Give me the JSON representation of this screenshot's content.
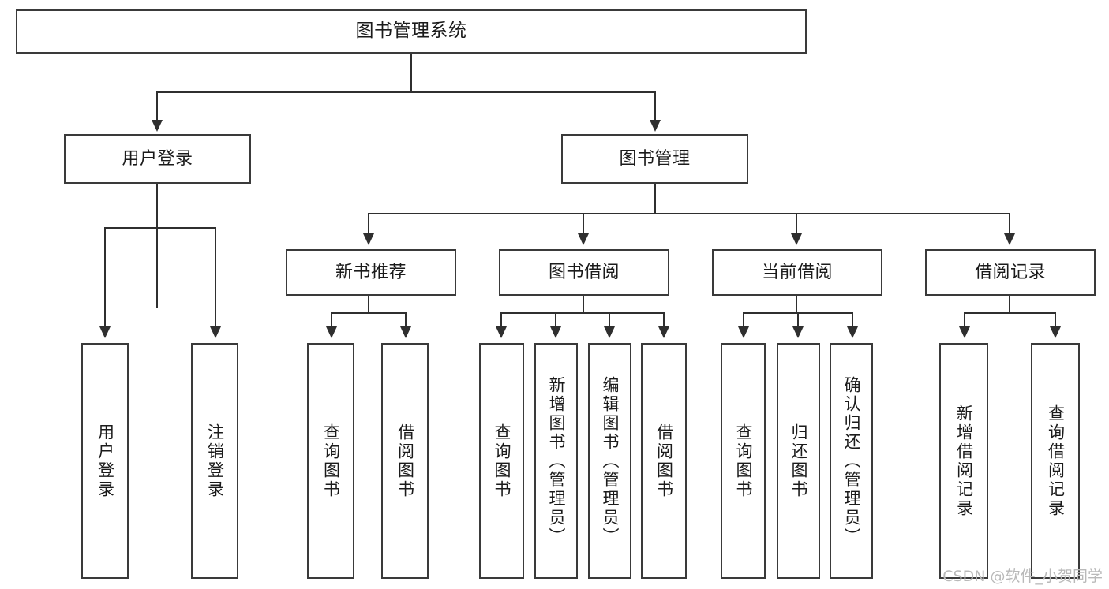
{
  "diagram": {
    "title": "图书管理系统",
    "watermark": "CSDN @软件_小贺同学",
    "colors": {
      "border": "#3a3a3a",
      "line": "#2f2f2f",
      "text": "#1b1b1b",
      "background": "#ffffff",
      "watermark": "#b9b9b9"
    },
    "root": {
      "label": "图书管理系统"
    },
    "level2": [
      {
        "label": "用户登录"
      },
      {
        "label": "图书管理"
      }
    ],
    "level3": [
      {
        "label": "新书推荐"
      },
      {
        "label": "图书借阅"
      },
      {
        "label": "当前借阅"
      },
      {
        "label": "借阅记录"
      }
    ],
    "leaves": {
      "user_login": [
        {
          "label": "用户登录"
        },
        {
          "label": "注销登录"
        }
      ],
      "new_book": [
        {
          "label": "查询图书"
        },
        {
          "label": "借阅图书"
        }
      ],
      "borrow_book": [
        {
          "label": "查询图书"
        },
        {
          "label": "新增图书（管理员）"
        },
        {
          "label": "编辑图书（管理员）"
        },
        {
          "label": "借阅图书"
        }
      ],
      "current_borrow": [
        {
          "label": "查询图书"
        },
        {
          "label": "归还图书"
        },
        {
          "label": "确认归还（管理员）"
        }
      ],
      "borrow_record": [
        {
          "label": "新增借阅记录"
        },
        {
          "label": "查询借阅记录"
        }
      ]
    }
  }
}
